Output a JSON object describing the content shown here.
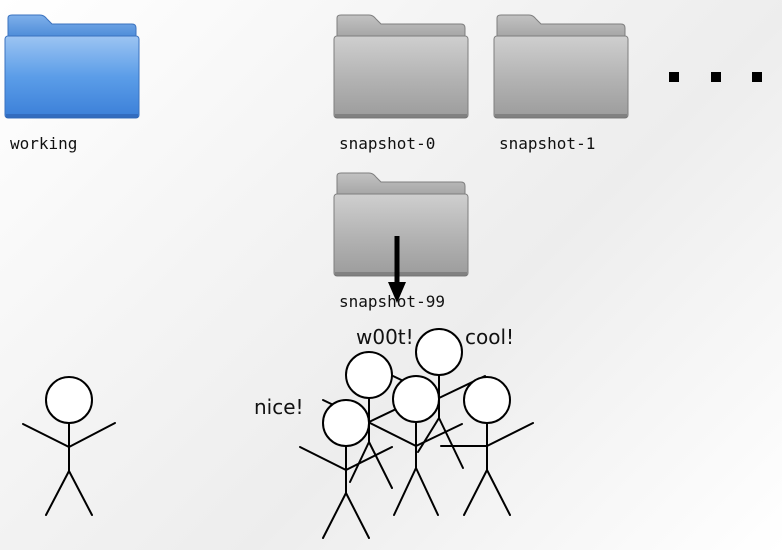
{
  "folders": {
    "working": "working",
    "snapshot0": "snapshot-0",
    "snapshot1": "snapshot-1",
    "snapshot99": "snapshot-99"
  },
  "ellipsis": "...",
  "exclamations": {
    "nice": "nice!",
    "woot": "w00t!",
    "cool": "cool!"
  },
  "colors": {
    "working_folder": "#5b9de8",
    "snapshot_folder": "#b4b4b4",
    "stroke": "#000000"
  }
}
